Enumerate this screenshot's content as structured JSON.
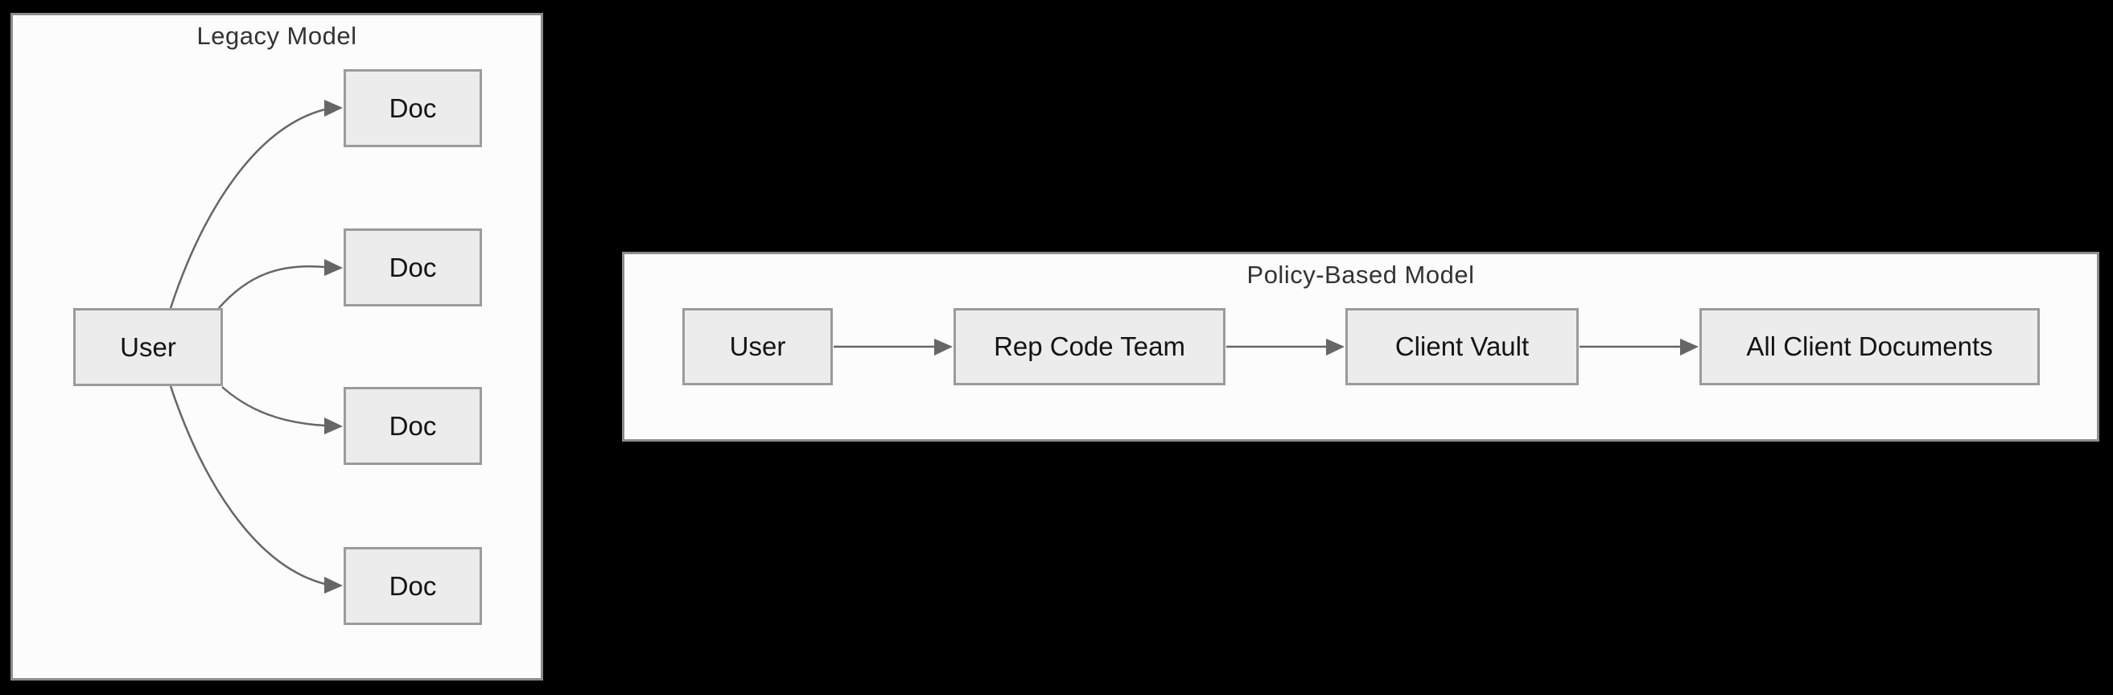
{
  "diagram": {
    "type": "flowchart",
    "background_color": "#000000",
    "colors": {
      "panel_fill": "#fcfcfc",
      "panel_border": "#8c8c8c",
      "node_fill": "#ececec",
      "node_border": "#9b9b9b",
      "edge": "#666666",
      "title_text": "#333333",
      "node_text": "#141414"
    },
    "panels": [
      {
        "title": "Legacy Model",
        "nodes": [
          {
            "id": "user",
            "label": "User"
          },
          {
            "id": "doc1",
            "label": "Doc"
          },
          {
            "id": "doc2",
            "label": "Doc"
          },
          {
            "id": "doc3",
            "label": "Doc"
          },
          {
            "id": "doc4",
            "label": "Doc"
          }
        ],
        "edges": [
          {
            "from": "user",
            "to": "doc1"
          },
          {
            "from": "user",
            "to": "doc2"
          },
          {
            "from": "user",
            "to": "doc3"
          },
          {
            "from": "user",
            "to": "doc4"
          }
        ]
      },
      {
        "title": "Policy-Based Model",
        "nodes": [
          {
            "id": "user",
            "label": "User"
          },
          {
            "id": "rep_code_team",
            "label": "Rep Code Team"
          },
          {
            "id": "client_vault",
            "label": "Client Vault"
          },
          {
            "id": "all_client_documents",
            "label": "All Client Documents"
          }
        ],
        "edges": [
          {
            "from": "user",
            "to": "rep_code_team"
          },
          {
            "from": "rep_code_team",
            "to": "client_vault"
          },
          {
            "from": "client_vault",
            "to": "all_client_documents"
          }
        ]
      }
    ]
  }
}
